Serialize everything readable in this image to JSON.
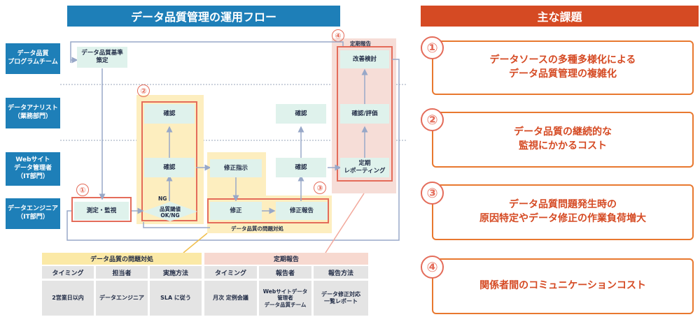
{
  "flow_title": "データ品質管理の運用フロー",
  "issues_title": "主な課題",
  "lanes": [
    {
      "label": "データ品質\nプログラムチーム"
    },
    {
      "label": "データアナリスト\n（業務部門）"
    },
    {
      "label": "Webサイト\nデータ管理者\n（IT部門）"
    },
    {
      "label": "データエンジニア\n（IT部門）"
    }
  ],
  "nodes": {
    "standard": "データ品質基準\n策定",
    "kakunin_a1": "確認",
    "kakunin_a2": "確認",
    "shusei_shiji": "修正指示",
    "measure": "測定・監視",
    "threshold": "品質閾値\nOK/NG",
    "ng_label": "NG",
    "shusei": "修正",
    "shusei_hokoku": "修正報告",
    "kakunin_b1": "確認",
    "kakunin_b2": "確認",
    "kaizen": "改善検討",
    "kakunin_hyoka": "確認/評価",
    "teiki_reporting": "定期\nレポーティング",
    "teiki_hokoku_label": "定期報告",
    "problem_label": "データ品質の問題対処"
  },
  "markers": [
    "①",
    "②",
    "③",
    "④"
  ],
  "table_problem": {
    "title": "データ品質の問題対処",
    "headers": [
      "タイミング",
      "担当者",
      "実施方法"
    ],
    "row": [
      "2営業日以内",
      "データエンジニア",
      "SLA に従う"
    ]
  },
  "table_report": {
    "title": "定期報告",
    "headers": [
      "タイミング",
      "報告者",
      "報告方法"
    ],
    "row": [
      "月次 定例会議",
      "Webサイトデータ\n管理者\nデータ品質チーム",
      "データ修正対応\n一覧レポート"
    ]
  },
  "issues": [
    {
      "num": "①",
      "text": "データソースの多種多様化による\nデータ品質管理の複雑化"
    },
    {
      "num": "②",
      "text": "データ品質の継続的な\n監視にかかるコスト"
    },
    {
      "num": "③",
      "text": "データ品質問題発生時の\n原因特定やデータ修正の作業負荷増大"
    },
    {
      "num": "④",
      "text": "関係者間のコミュニケーションコスト"
    }
  ],
  "colors": {
    "blue": "#1e7fb8",
    "orange_red": "#d54a23",
    "salmon": "#e46c5a",
    "mint": "#dff2ec",
    "yellow": "#fdeebf",
    "pink": "#f6ddd7"
  }
}
